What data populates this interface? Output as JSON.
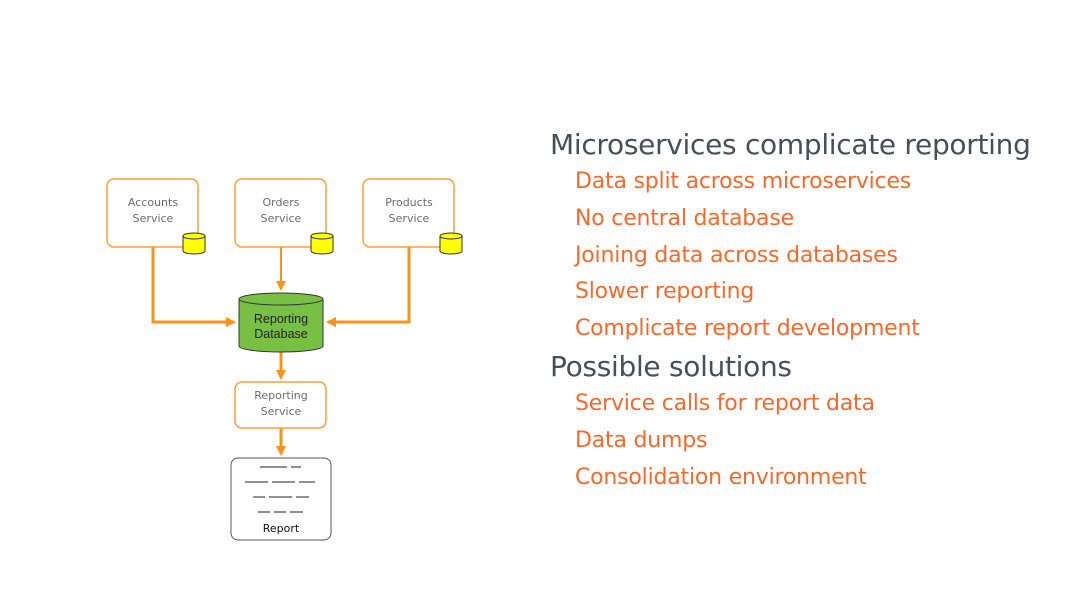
{
  "diagram": {
    "services": [
      {
        "line1": "Accounts",
        "line2": "Service"
      },
      {
        "line1": "Orders",
        "line2": "Service"
      },
      {
        "line1": "Products",
        "line2": "Service"
      }
    ],
    "reporting_database": {
      "line1": "Reporting",
      "line2": "Database"
    },
    "reporting_service": {
      "line1": "Reporting",
      "line2": "Service"
    },
    "report": {
      "label": "Report"
    },
    "colors": {
      "service_border": "#f7a13a",
      "arrow": "#f7931e",
      "local_db_fill": "#ffff00",
      "reporting_db_fill": "#77c043",
      "report_border": "#555555"
    }
  },
  "sections": [
    {
      "heading": "Microservices complicate reporting",
      "bullets": [
        "Data split across microservices",
        "No central database",
        "Joining data across databases",
        "Slower reporting",
        "Complicate report development"
      ]
    },
    {
      "heading": "Possible solutions",
      "bullets": [
        "Service calls for report data",
        "Data dumps",
        "Consolidation environment"
      ]
    }
  ],
  "colors": {
    "heading": "#4a4f55",
    "bullet": "#f26a2e"
  }
}
